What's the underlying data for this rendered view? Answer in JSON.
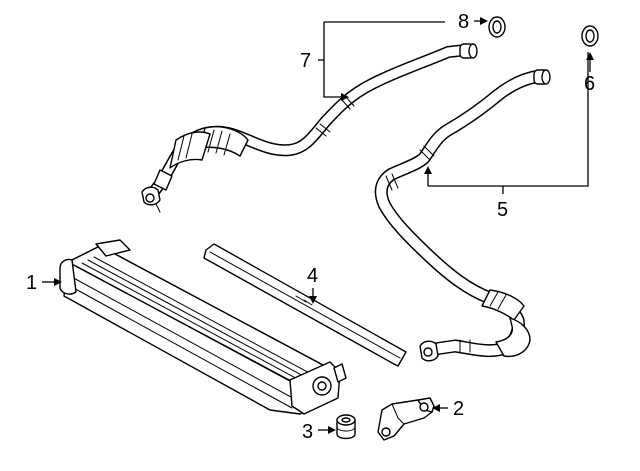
{
  "callouts": [
    {
      "id": "1",
      "label": "1"
    },
    {
      "id": "2",
      "label": "2"
    },
    {
      "id": "3",
      "label": "3"
    },
    {
      "id": "4",
      "label": "4"
    },
    {
      "id": "5",
      "label": "5"
    },
    {
      "id": "6",
      "label": "6"
    },
    {
      "id": "7",
      "label": "7"
    },
    {
      "id": "8",
      "label": "8"
    }
  ],
  "parts": [
    {
      "callout": "1",
      "icon": "oil-cooler-icon"
    },
    {
      "callout": "2",
      "icon": "mounting-bracket-icon"
    },
    {
      "callout": "3",
      "icon": "rubber-mount-icon"
    },
    {
      "callout": "4",
      "icon": "seal-strip-icon"
    },
    {
      "callout": "5",
      "icon": "return-hose-icon"
    },
    {
      "callout": "6",
      "icon": "o-ring-icon"
    },
    {
      "callout": "7",
      "icon": "supply-hose-icon"
    },
    {
      "callout": "8",
      "icon": "o-ring-icon"
    }
  ]
}
